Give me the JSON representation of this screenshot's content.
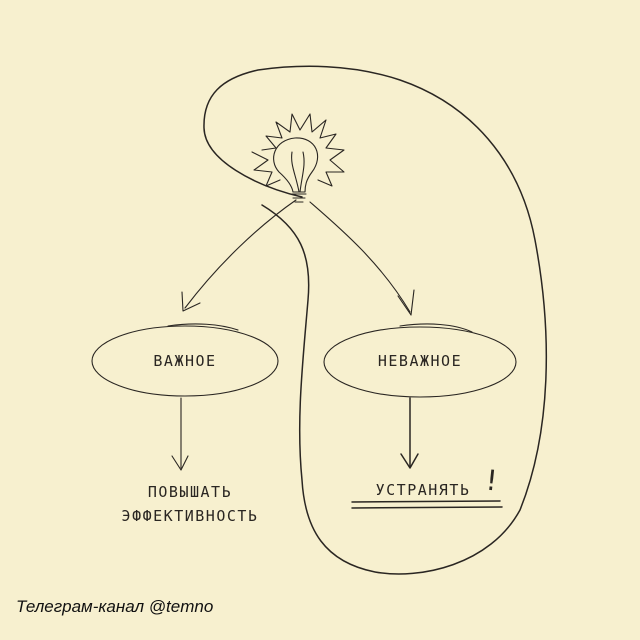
{
  "diagram": {
    "nodes": {
      "important": "ВАЖНОЕ",
      "unimportant": "НЕВАЖНОЕ"
    },
    "outcomes": {
      "increase_line1": "ПОВЫШАТЬ",
      "increase_line2": "ЭФФЕКТИВНОСТЬ",
      "eliminate": "УСТРАНЯТЬ",
      "eliminate_mark": "!"
    }
  },
  "footer": {
    "text": "Телеграм-канал @temno"
  },
  "colors": {
    "background": "#f7f0cf",
    "ink": "#2a2622"
  },
  "icons": [
    "lightbulb-icon",
    "arrow-icon"
  ]
}
